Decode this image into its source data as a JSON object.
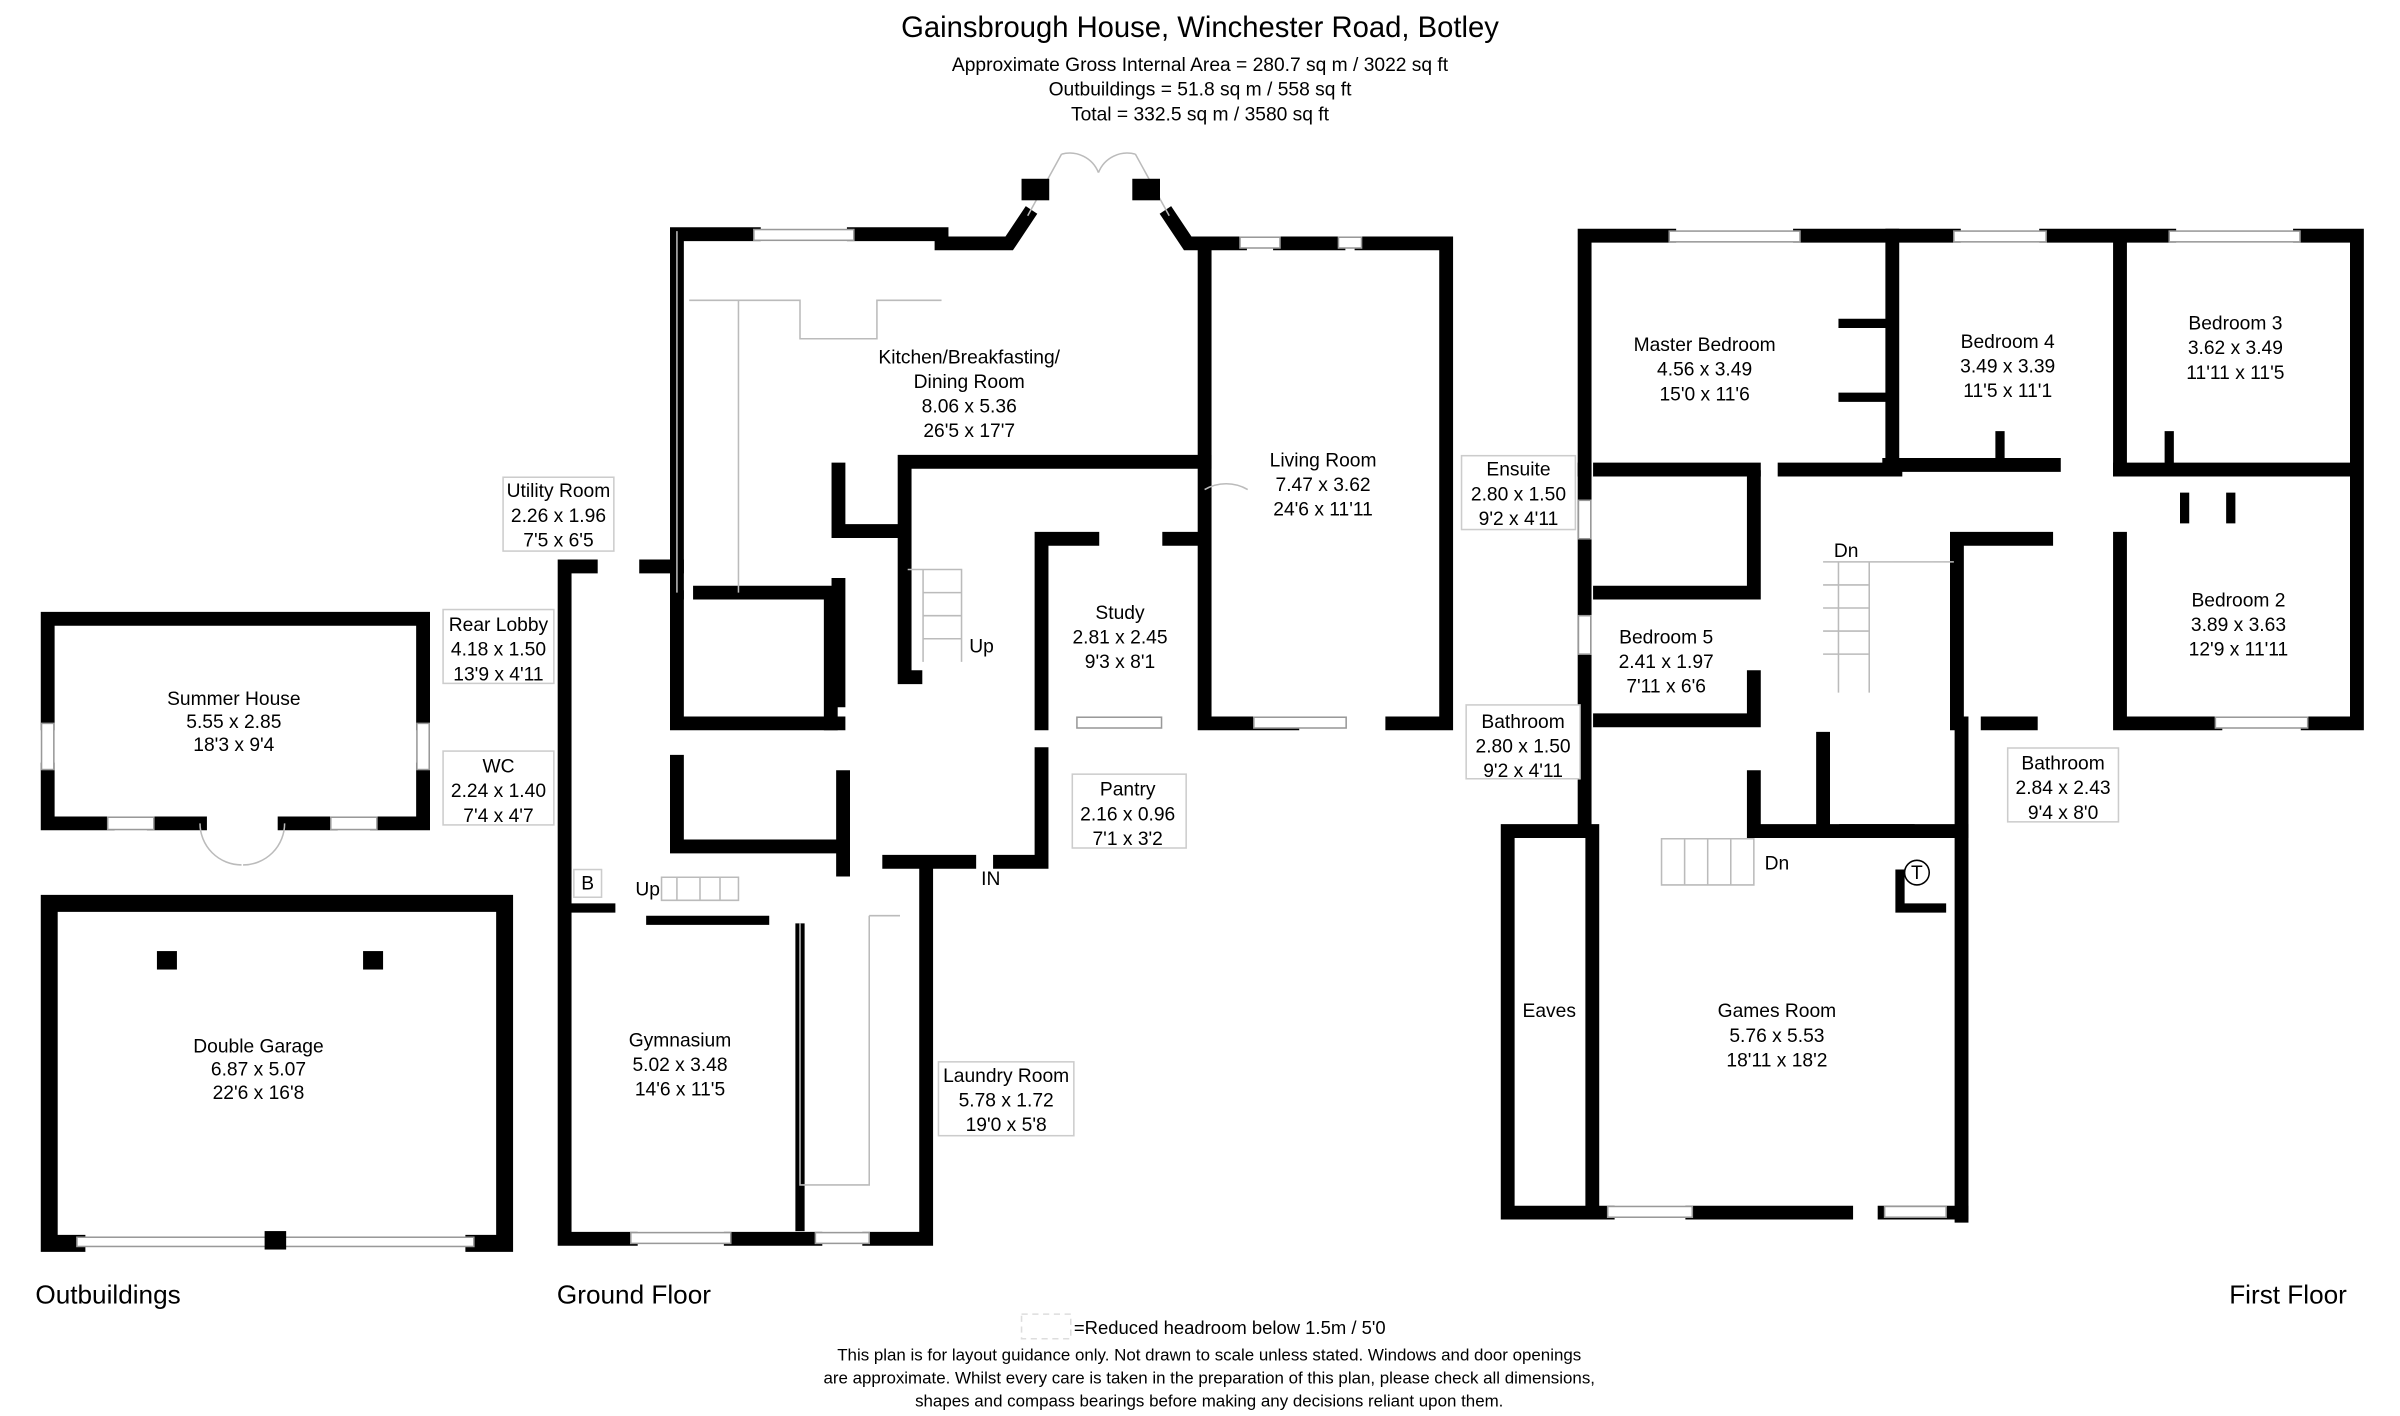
{
  "header": {
    "title": "Gainsbrough House, Winchester Road, Botley",
    "gross_area": "Approximate Gross Internal Area = 280.7 sq m / 3022 sq ft",
    "outbuildings_area": "Outbuildings = 51.8 sq m / 558 sq ft",
    "total_area": "Total = 332.5 sq m / 3580 sq ft"
  },
  "floors": {
    "outbuildings": "Outbuildings",
    "ground": "Ground Floor",
    "first": "First Floor"
  },
  "rooms": {
    "summer_house": {
      "name": "Summer House",
      "metric": "5.55 x 2.85",
      "imperial": "18'3 x 9'4"
    },
    "double_garage": {
      "name": "Double Garage",
      "metric": "6.87 x 5.07",
      "imperial": "22'6 x 16'8"
    },
    "kitchen": {
      "name1": "Kitchen/Breakfasting/",
      "name2": "Dining Room",
      "metric": "8.06 x 5.36",
      "imperial": "26'5 x 17'7"
    },
    "living": {
      "name": "Living Room",
      "metric": "7.47 x 3.62",
      "imperial": "24'6 x 11'11"
    },
    "utility": {
      "name": "Utility Room",
      "metric": "2.26 x 1.96",
      "imperial": "7'5 x 6'5"
    },
    "rear_lobby": {
      "name": "Rear Lobby",
      "metric": "4.18 x 1.50",
      "imperial": "13'9 x 4'11"
    },
    "wc": {
      "name": "WC",
      "metric": "2.24 x 1.40",
      "imperial": "7'4 x 4'7"
    },
    "study": {
      "name": "Study",
      "metric": "2.81 x 2.45",
      "imperial": "9'3 x 8'1"
    },
    "pantry": {
      "name": "Pantry",
      "metric": "2.16 x 0.96",
      "imperial": "7'1 x 3'2"
    },
    "gymnasium": {
      "name": "Gymnasium",
      "metric": "5.02 x 3.48",
      "imperial": "14'6 x 11'5"
    },
    "laundry": {
      "name": "Laundry Room",
      "metric": "5.78 x 1.72",
      "imperial": "19'0 x 5'8"
    },
    "master": {
      "name": "Master Bedroom",
      "metric": "4.56 x 3.49",
      "imperial": "15'0 x 11'6"
    },
    "bedroom4": {
      "name": "Bedroom 4",
      "metric": "3.49 x 3.39",
      "imperial": "11'5 x 11'1"
    },
    "bedroom3": {
      "name": "Bedroom 3",
      "metric": "3.62 x 3.49",
      "imperial": "11'11 x 11'5"
    },
    "ensuite": {
      "name": "Ensuite",
      "metric": "2.80 x 1.50",
      "imperial": "9'2 x 4'11"
    },
    "bedroom5": {
      "name": "Bedroom 5",
      "metric": "2.41 x 1.97",
      "imperial": "7'11 x 6'6"
    },
    "bathroom1": {
      "name": "Bathroom",
      "metric": "2.80 x 1.50",
      "imperial": "9'2 x 4'11"
    },
    "bedroom2": {
      "name": "Bedroom 2",
      "metric": "3.89 x 3.63",
      "imperial": "12'9 x 11'11"
    },
    "bathroom2": {
      "name": "Bathroom",
      "metric": "2.84 x 2.43",
      "imperial": "9'4 x 8'0"
    },
    "games": {
      "name": "Games Room",
      "metric": "5.76 x 5.53",
      "imperial": "18'11 x 18'2"
    },
    "eaves": {
      "name": "Eaves"
    }
  },
  "markers": {
    "up1": "Up",
    "up2": "Up",
    "in": "IN",
    "b": "B",
    "dn1": "Dn",
    "dn2": "Dn",
    "t": "T"
  },
  "footer": {
    "legend": "=Reduced headroom below 1.5m / 5'0",
    "disclaimer1": "This plan is for layout guidance only. Not drawn to scale unless stated. Windows and door openings",
    "disclaimer2": "are approximate. Whilst every care is taken in the preparation of this plan, please check all dimensions,",
    "disclaimer3": "shapes and compass bearings before making any decisions reliant upon them."
  }
}
